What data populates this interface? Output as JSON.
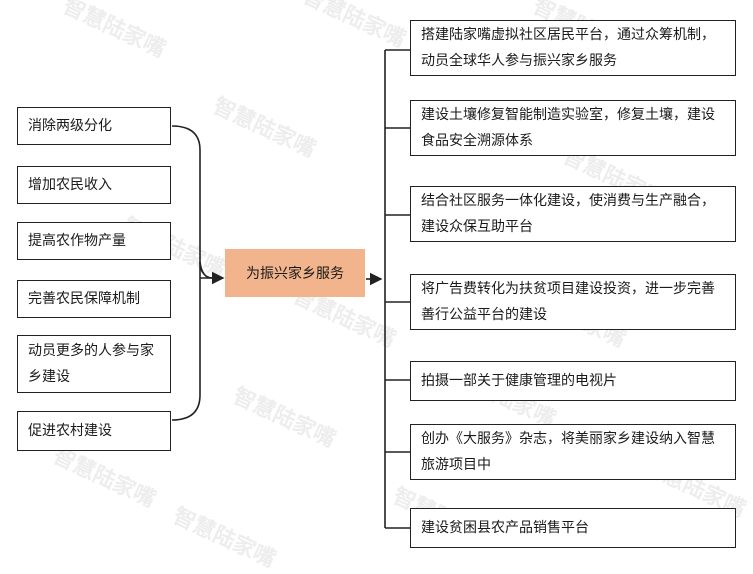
{
  "center": {
    "label": "为振兴家乡服务"
  },
  "left_items": [
    "消除两级分化",
    "增加农民收入",
    "提高农作物产量",
    "完善农民保障机制",
    "动员更多的人参与家乡建设",
    "促进农村建设"
  ],
  "right_items": [
    "搭建陆家嘴虚拟社区居民平台，通过众筹机制，动员全球华人参与振兴家乡服务",
    "建设土壤修复智能制造实验室，修复土壤，建设食品安全溯源体系",
    "结合社区服务一体化建设，使消费与生产融合，建设众保互助平台",
    "将广告费转化为扶贫项目建设投资，进一步完善善行公益平台的建设",
    "拍摄一部关于健康管理的电视片",
    "创办《大服务》杂志，将美丽家乡建设纳入智慧旅游项目中",
    "建设贫困县农产品销售平台"
  ],
  "watermark": "智慧陆家嘴",
  "colors": {
    "center_fill": "#f2b48c",
    "line": "#222222"
  }
}
